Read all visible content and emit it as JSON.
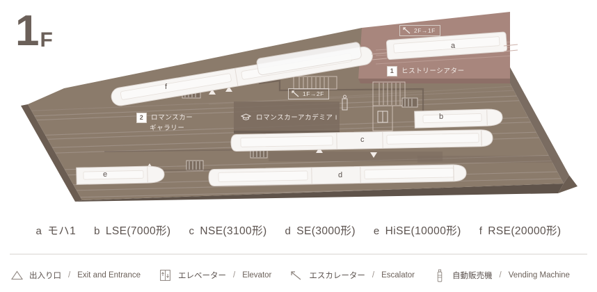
{
  "floor": {
    "number": "1",
    "suffix": "F"
  },
  "map": {
    "areas": [
      {
        "id": "history-theater",
        "number": "1",
        "label": "ヒストリーシアター"
      },
      {
        "id": "romancecar-gallery",
        "number": "2",
        "label": "ロマンスカー\nギャラリー",
        "line1": "ロマンスカー",
        "line2": "ギャラリー"
      },
      {
        "id": "romancecar-academia",
        "label": "ロマンスカーアカデミア I"
      }
    ],
    "escalators": [
      {
        "id": "esc-2f-1f",
        "label": "2F→1F"
      },
      {
        "id": "esc-1f-2f",
        "label": "1F→2F"
      }
    ],
    "train_markers": [
      {
        "id": "train-a",
        "letter": "a"
      },
      {
        "id": "train-b",
        "letter": "b"
      },
      {
        "id": "train-c",
        "letter": "c"
      },
      {
        "id": "train-d",
        "letter": "d"
      },
      {
        "id": "train-e",
        "letter": "e"
      },
      {
        "id": "train-f",
        "letter": "f"
      }
    ],
    "colors": {
      "floor": "#8b7b6b",
      "floor_edge": "#6b5d52",
      "theater": "#a8867d",
      "theater_edge": "#8d6f67",
      "train_body": "#f7f5f3",
      "line": "#a2948a"
    }
  },
  "car_list": [
    {
      "key": "a",
      "name": "モハ1"
    },
    {
      "key": "b",
      "name": "LSE(7000形)"
    },
    {
      "key": "c",
      "name": "NSE(3100形)"
    },
    {
      "key": "d",
      "name": "SE(3000形)"
    },
    {
      "key": "e",
      "name": "HiSE(10000形)"
    },
    {
      "key": "f",
      "name": "RSE(20000形)"
    }
  ],
  "icon_legend": [
    {
      "icon": "exit-triangle-icon",
      "jp": "出入り口",
      "sep": "/",
      "en": "Exit and Entrance"
    },
    {
      "icon": "elevator-icon",
      "jp": "エレベーター",
      "sep": "/",
      "en": "Elevator"
    },
    {
      "icon": "escalator-icon",
      "jp": "エスカレーター",
      "sep": "/",
      "en": "Escalator"
    },
    {
      "icon": "vending-machine-icon",
      "jp": "自動販売機",
      "sep": "/",
      "en": "Vending Machine"
    }
  ]
}
